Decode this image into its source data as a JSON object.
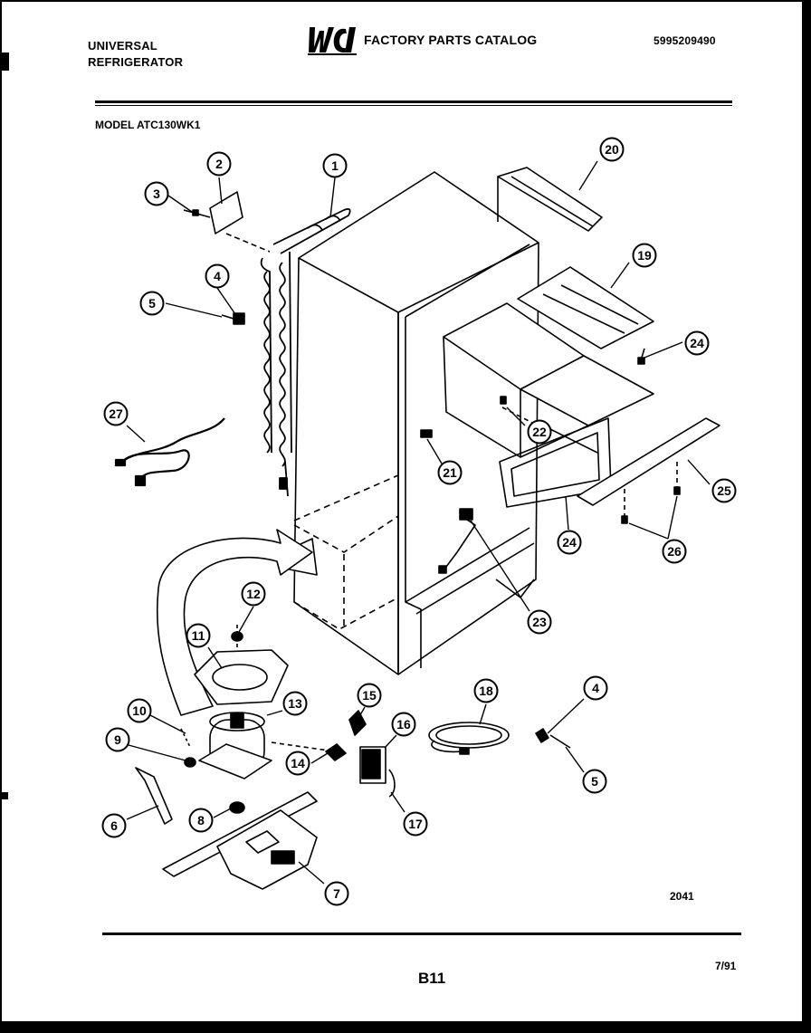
{
  "header": {
    "brand_line1": "UNIVERSAL",
    "brand_line2": "REFRIGERATOR",
    "logo_text": "WCI",
    "catalog_title": "FACTORY PARTS CATALOG",
    "catalog_number": "5995209490"
  },
  "model_label": "MODEL ATC130WK1",
  "callouts": [
    "1",
    "2",
    "3",
    "4",
    "5",
    "27",
    "20",
    "19",
    "24",
    "22",
    "21",
    "25",
    "24",
    "26",
    "23",
    "12",
    "11",
    "10",
    "13",
    "9",
    "15",
    "14",
    "16",
    "18",
    "4",
    "5",
    "6",
    "8",
    "17",
    "7"
  ],
  "figure_number": "2041",
  "footer": {
    "date": "7/91",
    "page": "B11"
  }
}
